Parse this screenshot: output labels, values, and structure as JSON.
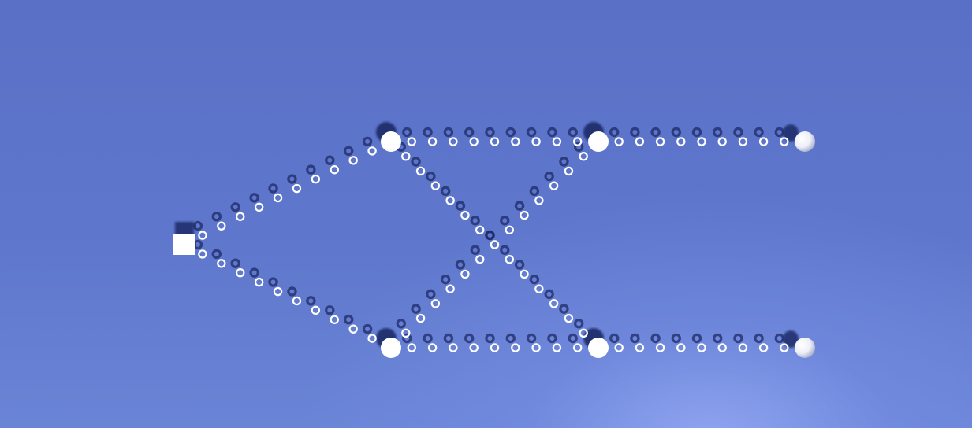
{
  "scene": {
    "background": "#5d74ca",
    "bead_fill": "#ffffff",
    "shadow_color": "#1e2a66",
    "node_fill": "#ffffff"
  },
  "puzzle": {
    "start": {
      "shape": "square",
      "label": "start-block"
    },
    "nodes": [
      {
        "id": "top-left",
        "type": "junction"
      },
      {
        "id": "top-mid",
        "type": "junction"
      },
      {
        "id": "bottom-left",
        "type": "junction"
      },
      {
        "id": "bottom-mid",
        "type": "junction"
      },
      {
        "id": "top-end",
        "type": "goal-sphere"
      },
      {
        "id": "bottom-end",
        "type": "goal-sphere"
      }
    ],
    "paths": [
      {
        "from": "start",
        "to": "top-left",
        "beads": 10
      },
      {
        "from": "start",
        "to": "bottom-left",
        "beads": 10
      },
      {
        "from": "top-left",
        "to": "top-mid",
        "beads": 9
      },
      {
        "from": "top-mid",
        "to": "top-end",
        "beads": 9
      },
      {
        "from": "bottom-left",
        "to": "bottom-mid",
        "beads": 9
      },
      {
        "from": "bottom-mid",
        "to": "bottom-end",
        "beads": 9
      },
      {
        "from": "top-left",
        "to": "bottom-mid",
        "beads": 13
      },
      {
        "from": "bottom-left",
        "to": "top-mid",
        "beads": 13
      }
    ]
  }
}
